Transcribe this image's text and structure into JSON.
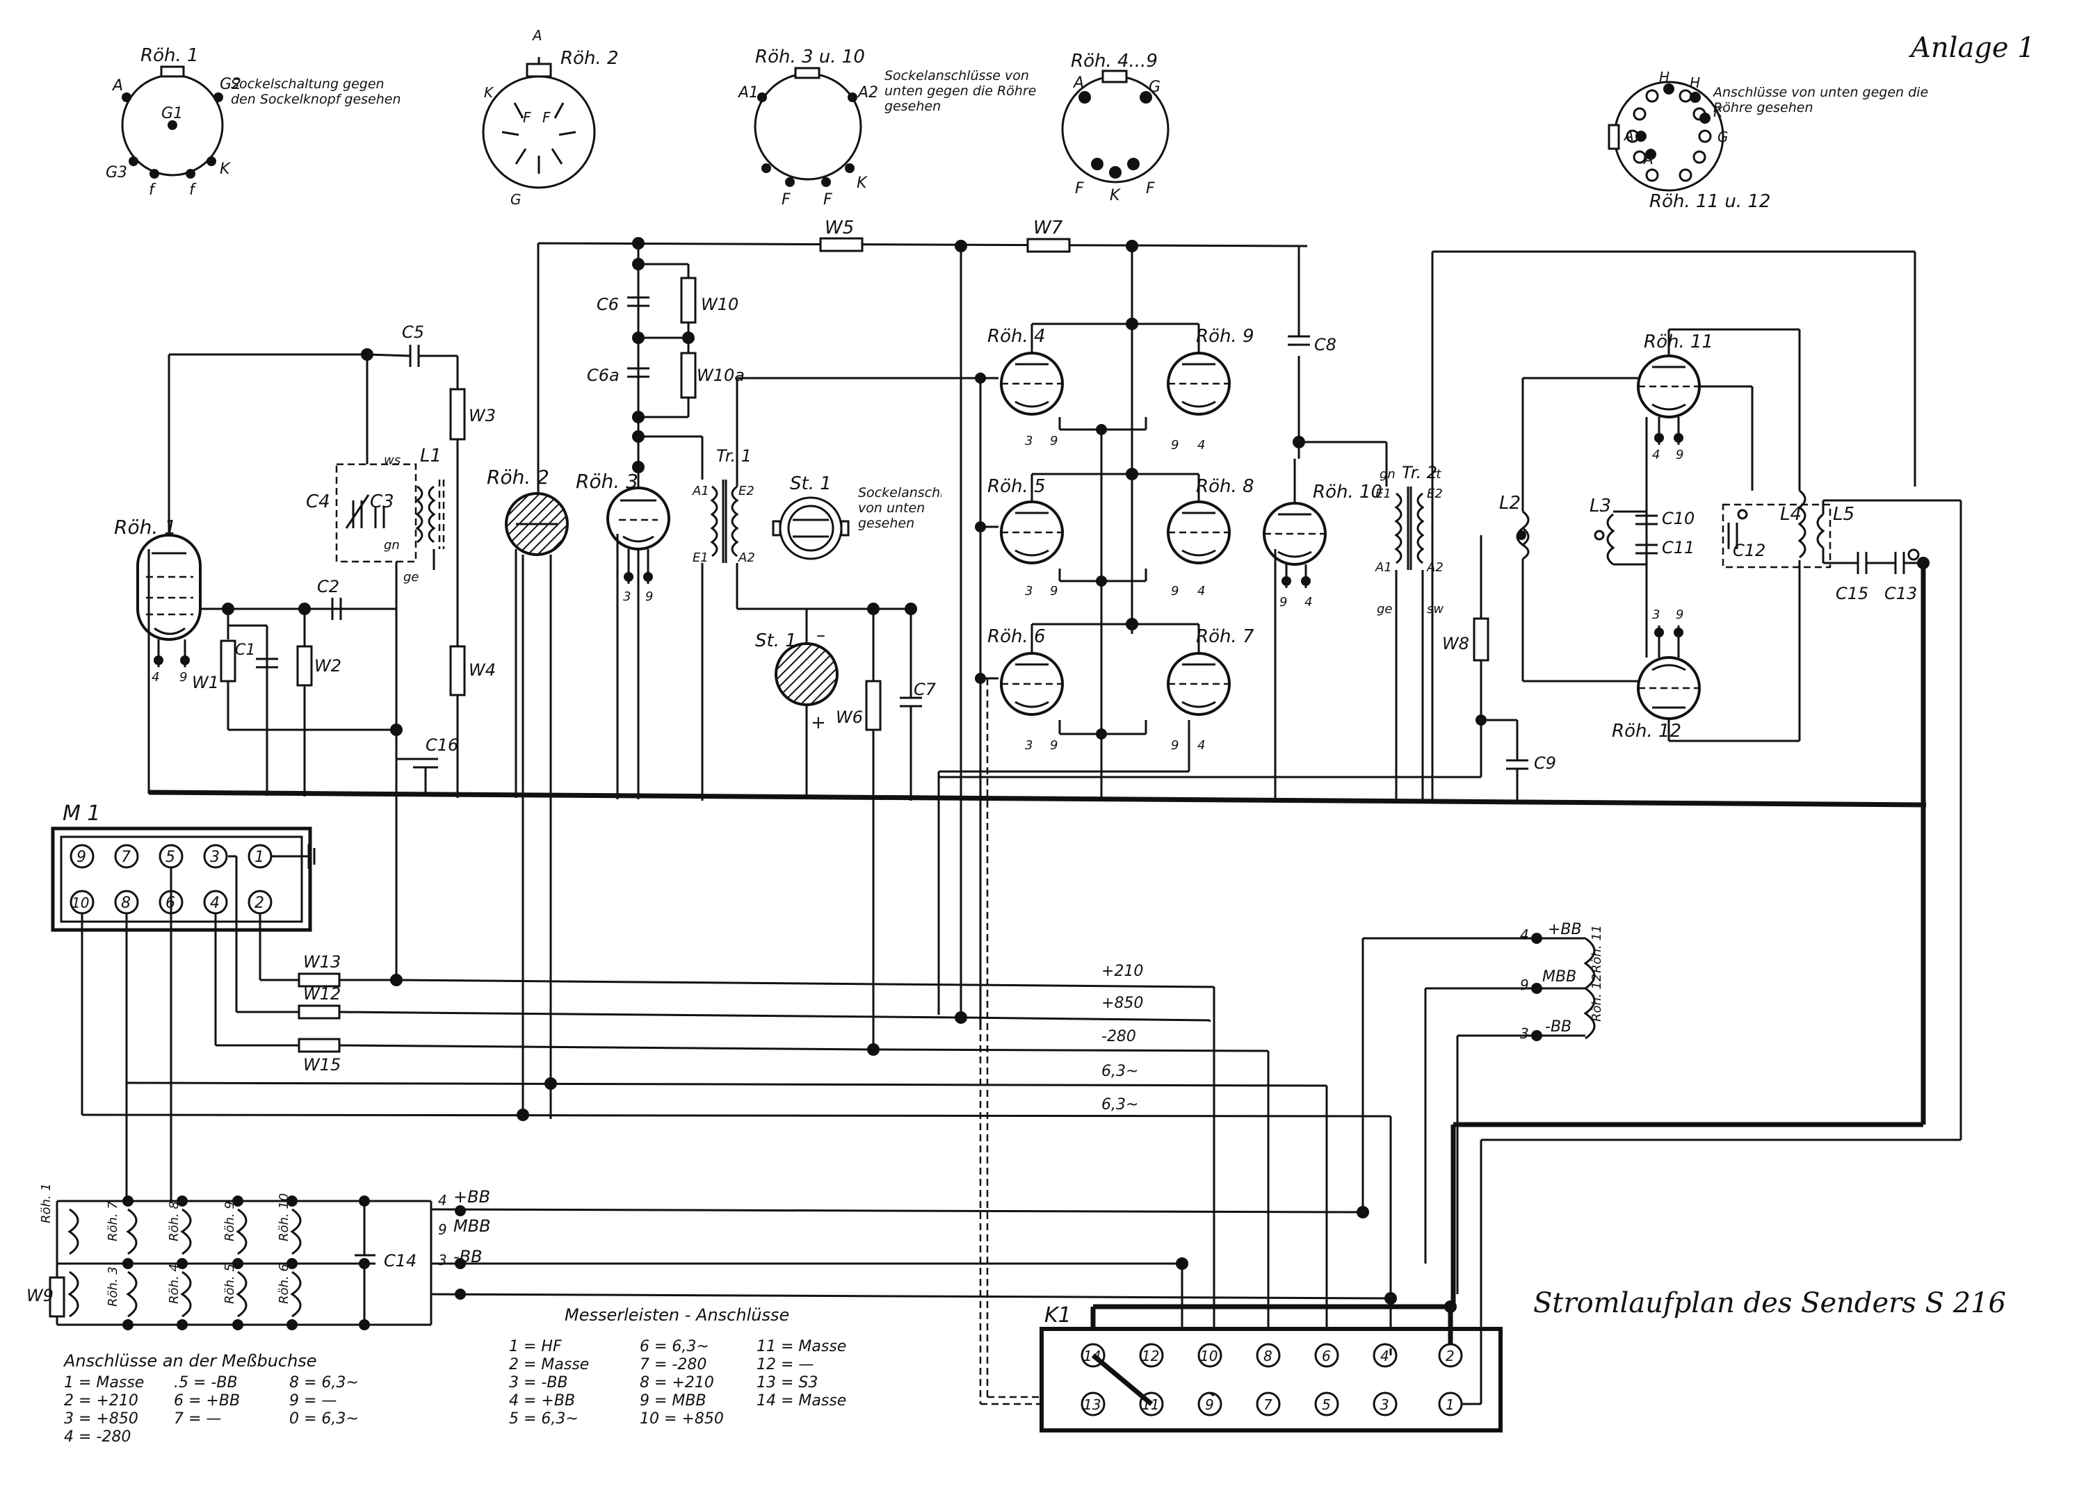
{
  "sheet_label": "Anlage 1",
  "title": "Stromlaufplan des Senders S 216",
  "socket_views": [
    {
      "tube": "Röh. 1",
      "note": "Sockelschaltung gegen den Sockelknopf gesehen",
      "pins": [
        "A",
        "G2",
        "G1",
        "G3",
        "K",
        "f",
        "f"
      ]
    },
    {
      "tube": "Röh. 2",
      "note": "",
      "pins": [
        "A",
        "K",
        "F",
        "F",
        "G"
      ]
    },
    {
      "tube": "Röh. 3 u. 10",
      "note": "Sockelanschlüsse von unten gegen die Röhre gesehen",
      "pins": [
        "A1",
        "A2",
        "K",
        "F",
        "F"
      ]
    },
    {
      "tube": "Röh. 4...9",
      "note": "",
      "pins": [
        "A",
        "G",
        "F",
        "K",
        "F"
      ]
    },
    {
      "tube": "Röh. 11 u. 12",
      "note": "Anschlüsse von unten gegen die Röhre gesehen",
      "pins": [
        "H",
        "H",
        "K",
        "A",
        "A",
        "G"
      ]
    }
  ],
  "tubes": [
    "Röh. 1",
    "Röh. 2",
    "Röh. 3",
    "Röh. 4",
    "Röh. 5",
    "Röh. 6",
    "Röh. 7",
    "Röh. 8",
    "Röh. 9",
    "Röh. 10",
    "Röh. 11",
    "Röh. 12"
  ],
  "components": {
    "resistors": [
      "W1",
      "W2",
      "W3",
      "W4",
      "W5",
      "W6",
      "W7",
      "W8",
      "W9",
      "W10",
      "W10a",
      "W12",
      "W13",
      "W15"
    ],
    "capacitors": [
      "C2",
      "C3",
      "C4",
      "C5",
      "C6",
      "C6a",
      "C7",
      "C8",
      "C9",
      "C10",
      "C11",
      "C12",
      "C13",
      "C14",
      "C15",
      "C16"
    ],
    "coils": [
      "L1",
      "L2",
      "L3",
      "L4",
      "L5"
    ],
    "transformers": [
      "Tr. 1",
      "Tr. 2"
    ],
    "stabilizers": [
      "St. 1"
    ],
    "stabilizer_note": "Sockelanschluß von unten gesehen"
  },
  "supply_lines": [
    "+210",
    "+850",
    "-280",
    "6,3~",
    "6,3~"
  ],
  "heater_labels": [
    {
      "pin": "4",
      "label": "+BB"
    },
    {
      "pin": "9",
      "label": "MBB"
    },
    {
      "pin": "3",
      "label": "-BB"
    }
  ],
  "m1": {
    "label": "M 1",
    "top_pins": [
      "9",
      "7",
      "5",
      "3",
      "1"
    ],
    "bottom_pins": [
      "10",
      "8",
      "6",
      "4",
      "2"
    ]
  },
  "k1": {
    "label": "K1",
    "top_pins": [
      "14",
      "12",
      "10",
      "8",
      "6",
      "4",
      "2"
    ],
    "bottom_pins": [
      "13",
      "11",
      "9",
      "7",
      "5",
      "3",
      "1"
    ]
  },
  "messbuchse": {
    "heading": "Anschlüsse an der Meßbuchse",
    "col1": [
      "1 = Masse",
      "2 = +210",
      "3 = +850",
      "4 = -280"
    ],
    "col2": [
      ".5 = -BB",
      "6 = +BB",
      "7 = —"
    ],
    "col3": [
      "8 = 6,3~",
      "9 = —",
      "0 = 6,3~"
    ]
  },
  "messerleisten": {
    "heading": "Messerleisten - Anschlüsse",
    "col1": [
      "1 = HF",
      "2 = Masse",
      "3 = -BB",
      "4 = +BB",
      "5 = 6,3~"
    ],
    "col2": [
      "6 = 6,3~",
      "7 = -280",
      "8 = +210",
      "9 = MBB",
      "10 = +850"
    ],
    "col3": [
      "11 = Masse",
      "12 = —",
      "13 = S3",
      "14 = Masse"
    ]
  },
  "wire_codes": [
    "ws",
    "gn",
    "ge",
    "rt",
    "sw"
  ]
}
